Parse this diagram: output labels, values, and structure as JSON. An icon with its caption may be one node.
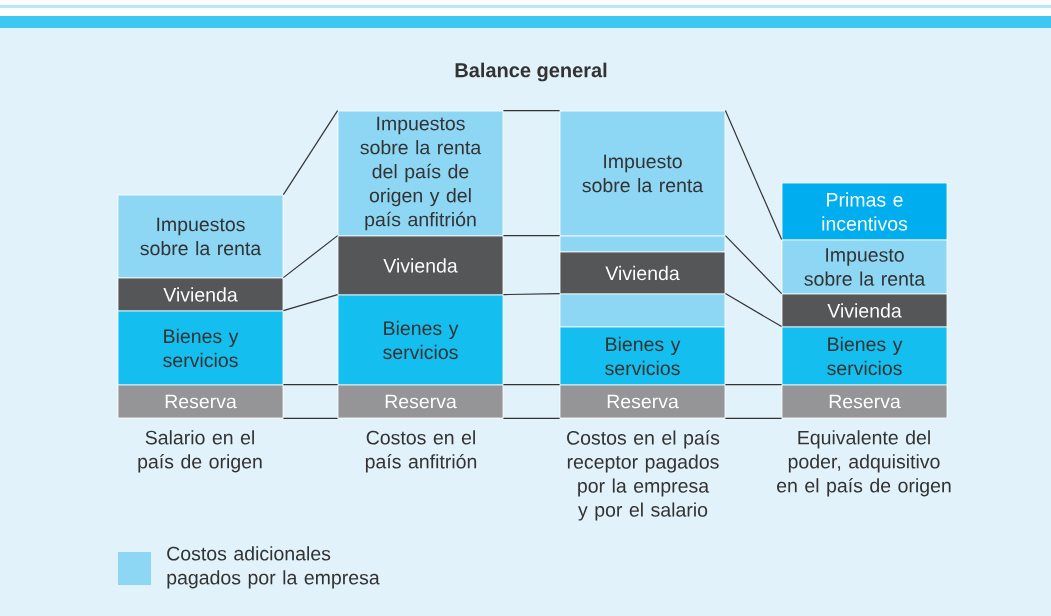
{
  "diagram": {
    "title": "Balance general",
    "nodes": [
      {
        "text": [
          "Impuestos sobre la renta"
        ]
      },
      {
        "text": [
          "Vivienda"
        ]
      },
      {
        "text": [
          "Bienes y servicios"
        ]
      },
      {
        "text": [
          "Reserva"
        ]
      },
      {
        "text": [
          "Impuestos sobre la renta del país de origen y del país anfitrión"
        ]
      },
      {
        "text": [
          "Vivienda"
        ]
      },
      {
        "text": [
          "Bienes y servicios"
        ]
      },
      {
        "text": [
          "Reserva"
        ]
      },
      {
        "text": [
          "Impuesto sobre la renta"
        ]
      },
      {
        "text": [],
        "shape": "box"
      },
      {
        "text": [
          "Vivienda"
        ]
      },
      {
        "text": [],
        "shape": "box"
      },
      {
        "text": [
          "Bienes y servicios"
        ]
      },
      {
        "text": [
          "Reserva"
        ]
      },
      {
        "text": [
          "Primas e incentivos"
        ]
      },
      {
        "text": [
          "Impuesto sobre la renta"
        ]
      },
      {
        "text": [
          "Vivienda"
        ]
      },
      {
        "text": [
          "Bienes y servicios"
        ]
      },
      {
        "text": [
          "Reserva"
        ]
      }
    ],
    "edges": [
      {
        "from": 0,
        "to": 4,
        "arrow": "none"
      },
      {
        "from": 1,
        "to": 5,
        "arrow": "none"
      },
      {
        "from": 2,
        "to": 6,
        "arrow": "none"
      },
      {
        "from": 3,
        "to": 7,
        "arrow": "none"
      },
      {
        "from": 3,
        "to": 7,
        "arrow": "none"
      },
      {
        "from": 4,
        "to": 8,
        "arrow": "none"
      },
      {
        "from": 5,
        "to": 9,
        "arrow": "none"
      },
      {
        "from": 6,
        "to": 11,
        "arrow": "none"
      },
      {
        "from": 7,
        "to": 13,
        "arrow": "none"
      },
      {
        "from": 7,
        "to": 13,
        "arrow": "none"
      },
      {
        "from": 8,
        "to": 15,
        "arrow": "none"
      },
      {
        "from": 9,
        "to": 16,
        "arrow": "none"
      },
      {
        "from": 11,
        "to": 17,
        "arrow": "none"
      },
      {
        "from": 13,
        "to": 18,
        "arrow": "none"
      },
      {
        "from": 13,
        "to": 18,
        "arrow": "none"
      }
    ],
    "labels": [
      "Salario en el país de origen",
      "Costos en el país anfitrión",
      "Costos en el país receptor pagados por la empresa y por el salario",
      "Equivalente del poder, adquisitivo en el país de origen"
    ],
    "legend": [
      {
        "text": "Costos adicionales pagados por la empresa",
        "color": "#8dd6f4"
      }
    ]
  }
}
